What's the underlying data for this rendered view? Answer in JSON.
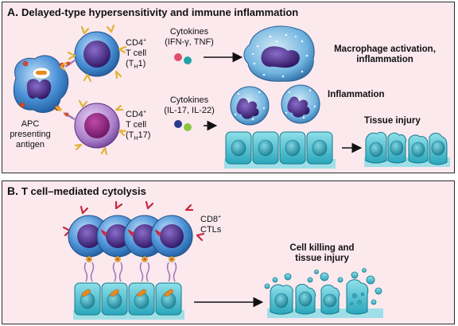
{
  "panel_a": {
    "letter": "A.",
    "title": "Delayed-type hypersensitivity and immune inflammation",
    "apc_label": [
      "APC",
      "presenting",
      "antigen"
    ],
    "th1": {
      "line1_main": "CD4",
      "line1_sup": "+",
      "line2": "T cell",
      "line3_open": "(T",
      "line3_sub": "H",
      "line3_rest": "1)"
    },
    "th17": {
      "line1_main": "CD4",
      "line1_sup": "+",
      "line2": "T cell",
      "line3_open": "(T",
      "line3_sub": "H",
      "line3_rest": "17)"
    },
    "cytokines_1": [
      "Cytokines",
      "(IFN-γ, TNF)"
    ],
    "cytokines_2": [
      "Cytokines",
      "(IL-17, IL-22)"
    ],
    "macrophage_label": [
      "Macrophage activation,",
      "inflammation"
    ],
    "inflammation_label": "Inflammation",
    "tissue_injury_label": "Tissue injury"
  },
  "panel_b": {
    "letter": "B.",
    "title": "T cell–mediated cytolysis",
    "ctl": {
      "line1_main": "CD8",
      "line1_sup": "+",
      "line2": "CTLs"
    },
    "result_label": [
      "Cell killing and",
      "tissue injury"
    ]
  },
  "colors": {
    "panel_bg": "#fbe9ee",
    "tcell_blue": "#4a90d6",
    "nucleus_purple": "#4b2a8c",
    "th17_purple": "#a97dc9",
    "receptor_yellow": "#e2b23a",
    "receptor_red": "#c8283c",
    "epithelium_teal": "#4cc3d4",
    "cytokine_red": "#e0506a",
    "cytokine_teal": "#1fa6a6",
    "cytokine_navy": "#2d3a8c",
    "cytokine_green": "#8cc63f"
  }
}
